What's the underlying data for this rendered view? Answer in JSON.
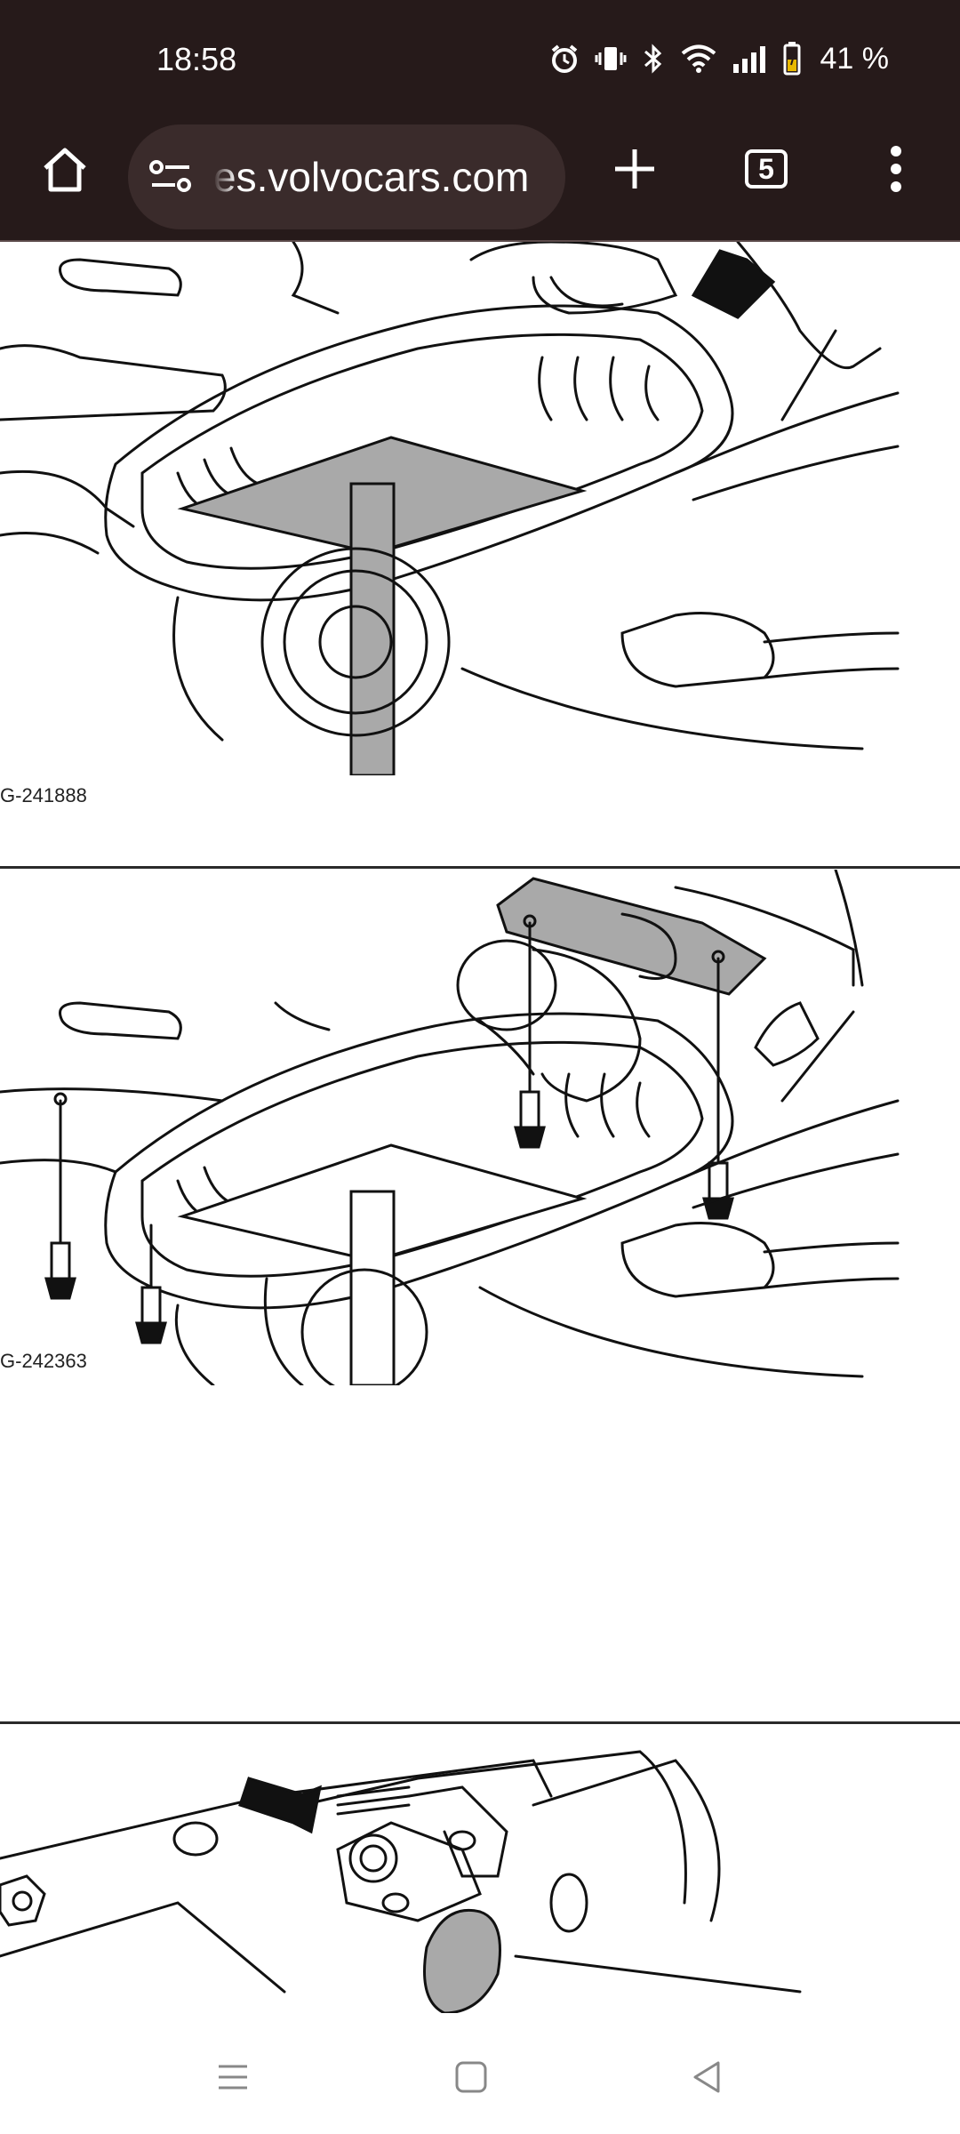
{
  "status_bar": {
    "time": "18:58",
    "battery_percent": "41 %",
    "icons": [
      "alarm-icon",
      "vibrate-icon",
      "bluetooth-icon",
      "wifi-icon",
      "signal-icon",
      "battery-icon"
    ]
  },
  "browser": {
    "url": "es.volvocars.com",
    "tab_count": "5",
    "icons": [
      "home-icon",
      "site-settings-icon",
      "plus-icon",
      "tabs-icon",
      "more-vert-icon"
    ]
  },
  "figures": [
    {
      "caption": "G-241888"
    },
    {
      "caption": "G-242363"
    }
  ],
  "nav_bar": {
    "icons": [
      "recent-apps-icon",
      "home-nav-icon",
      "back-icon"
    ]
  },
  "colors": {
    "chrome_background": "#261a1a",
    "url_pill": "#3a2b2b",
    "illustration_fill": "#a9a9a9"
  }
}
